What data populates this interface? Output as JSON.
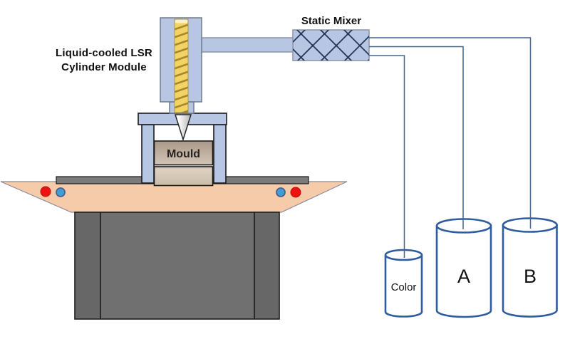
{
  "diagram": {
    "labels": {
      "cylinder_module_line1": "Liquid-cooled LSR",
      "cylinder_module_line2": "Cylinder Module",
      "static_mixer": "Static Mixer",
      "mould": "Mould",
      "container_color": "Color",
      "container_a": "A",
      "container_b": "B"
    },
    "colors": {
      "text_color": "#111111",
      "machine_blue": "#b7c6e2",
      "machine_border": "#6e7b8c",
      "pipe_border": "#8a93a2",
      "outline_black": "#1a1a1a",
      "screw_yellow": "#f2d464",
      "screw_stripe": "#a8872d",
      "screw_cap": "#f7f1cf",
      "hatch_line": "#26365a",
      "conn_line": "#44638f",
      "container_stroke": "#2f5c9e",
      "table_pink": "#f6cba9",
      "table_border": "#8a8aa0",
      "plate_gray": "#7b7b7b",
      "base_gray": "#707070",
      "base_side_gray": "#676767",
      "mould_dark": "#ab9887",
      "mould_light": "#d2c5b7",
      "mould_lower_light": "#ddd1c3",
      "mould_lower": "#cabca9",
      "nozzle_light": "#ffffff",
      "nozzle_dark": "#b5b5b5",
      "dot_red": "#ee1111",
      "dot_blue": "#3e9fd6",
      "dot_blue_ring": "#49618c"
    }
  }
}
